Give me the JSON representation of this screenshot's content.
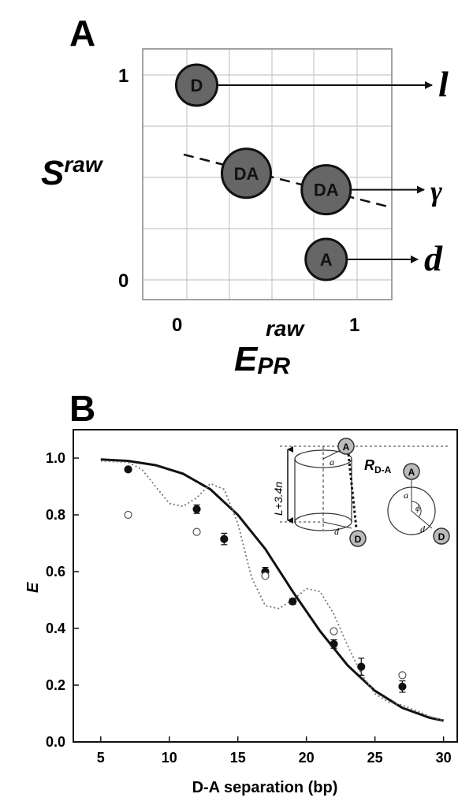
{
  "panelA": {
    "label": "A",
    "y_axis_symbol": "S",
    "y_axis_superscript": "raw",
    "x_axis_symbol": "E",
    "x_axis_superscript": "raw",
    "x_axis_subscript": "PR",
    "y_tick_top": "1",
    "y_tick_bottom": "0",
    "x_tick_left": "0",
    "x_tick_right": "1",
    "species": [
      {
        "label": "D",
        "e": 0.1,
        "s": 0.95,
        "arrow_label": "l"
      },
      {
        "label": "DA",
        "e": 0.38,
        "s": 0.52
      },
      {
        "label": "DA",
        "e": 0.83,
        "s": 0.44,
        "arrow_label": "γ"
      },
      {
        "label": "A",
        "e": 0.83,
        "s": 0.1,
        "arrow_label": "d"
      }
    ],
    "fill_color": "#666666"
  },
  "chart_data": {
    "type": "scatter",
    "panel_label": "B",
    "xlabel": "D-A separation (bp)",
    "ylabel": "E",
    "xlim": [
      3,
      31
    ],
    "ylim": [
      0,
      1.1
    ],
    "xticks": [
      5,
      10,
      15,
      20,
      25,
      30
    ],
    "yticks": [
      "0.0",
      "0.2",
      "0.4",
      "0.6",
      "0.8",
      "1.0"
    ],
    "series": [
      {
        "marker": "filled",
        "x": [
          7,
          12,
          14,
          17,
          19,
          22,
          24,
          27
        ],
        "y": [
          0.96,
          0.82,
          0.715,
          0.6,
          0.495,
          0.345,
          0.265,
          0.195
        ],
        "err": [
          0,
          0.015,
          0.02,
          0.015,
          0.01,
          0.015,
          0.03,
          0.02
        ]
      },
      {
        "marker": "open",
        "x": [
          7,
          12,
          17,
          22,
          27
        ],
        "y": [
          0.8,
          0.74,
          0.585,
          0.39,
          0.235
        ]
      },
      {
        "line": "solid",
        "x": [
          5,
          7,
          9,
          11,
          13,
          15,
          17,
          19,
          21,
          23,
          25,
          27,
          29,
          30
        ],
        "y": [
          0.995,
          0.99,
          0.975,
          0.945,
          0.89,
          0.8,
          0.68,
          0.53,
          0.39,
          0.27,
          0.18,
          0.12,
          0.085,
          0.075
        ]
      },
      {
        "line": "dotted",
        "x": [
          5,
          7,
          8,
          9,
          10,
          11,
          12,
          13,
          14,
          15,
          16,
          17,
          18,
          19,
          20,
          21,
          22,
          23,
          24,
          25,
          26,
          27,
          28,
          29,
          30
        ],
        "y": [
          0.99,
          0.985,
          0.96,
          0.9,
          0.84,
          0.83,
          0.86,
          0.91,
          0.89,
          0.77,
          0.58,
          0.48,
          0.47,
          0.5,
          0.54,
          0.53,
          0.45,
          0.34,
          0.24,
          0.17,
          0.14,
          0.13,
          0.11,
          0.09,
          0.075
        ]
      }
    ],
    "inset": {
      "height_label": "L+3.4n",
      "distance_label": "R",
      "distance_subscript": "D-A",
      "angle_label_a": "a",
      "angle_label_d": "d",
      "angle_label_phi": "ϕ",
      "acceptor": "A",
      "donor": "D"
    },
    "grid": false
  }
}
